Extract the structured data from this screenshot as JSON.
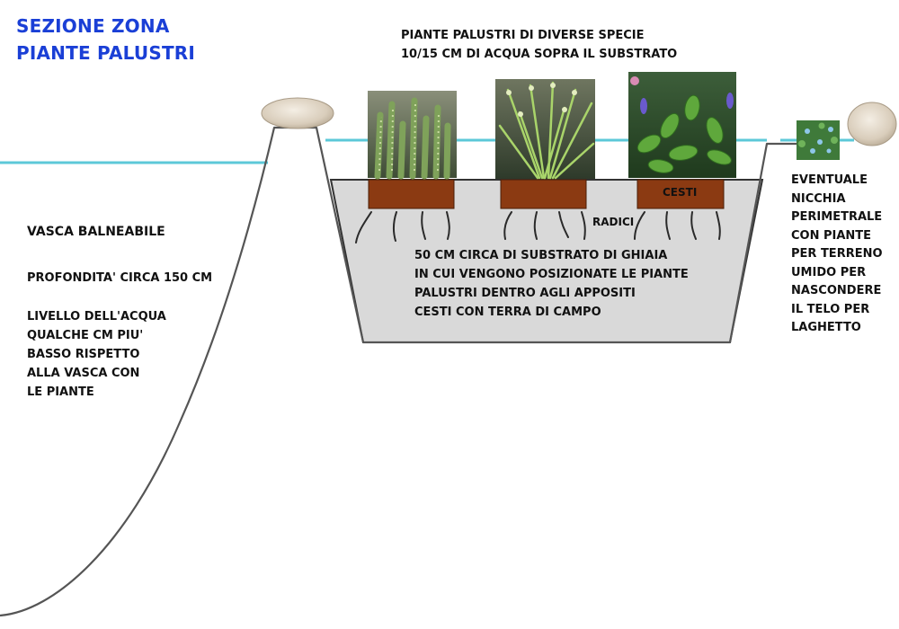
{
  "title": {
    "line1": "SEZIONE ZONA",
    "line2": "PIANTE PALUSTRI"
  },
  "header": {
    "line1": "PIANTE PALUSTRI DI DIVERSE SPECIE",
    "line2": "10/15 CM DI ACQUA SOPRA IL SUBSTRATO"
  },
  "pool": {
    "name": "VASCA BALNEABILE",
    "depth": "PROFONDITA' CIRCA 150 CM",
    "water_lines": [
      "LIVELLO DELL'ACQUA",
      "QUALCHE CM PIU'",
      "BASSO RISPETTO",
      "ALLA VASCA CON",
      "LE PIANTE"
    ]
  },
  "plant_zone": {
    "baskets_label": "CESTI",
    "roots_label": "RADICI",
    "substrate_lines": [
      "50 CM CIRCA DI SUBSTRATO DI GHIAIA",
      "IN CUI VENGONO POSIZIONATE LE PIANTE",
      "PALUSTRI DENTRO AGLI APPOSITI",
      "CESTI CON TERRA DI CAMPO"
    ]
  },
  "niche": {
    "lines": [
      "EVENTUALE",
      "NICCHIA",
      "PERIMETRALE",
      "CON PIANTE",
      "PER TERRENO",
      "UMIDO PER",
      "NASCONDERE",
      "IL TELO PER",
      "LAGHETTO"
    ]
  },
  "colors": {
    "title": "#1a3fd6",
    "water": "#5cc8d8",
    "substrate": "#d9d9d9",
    "basket": "#8b3a12",
    "outline": "#555555"
  }
}
